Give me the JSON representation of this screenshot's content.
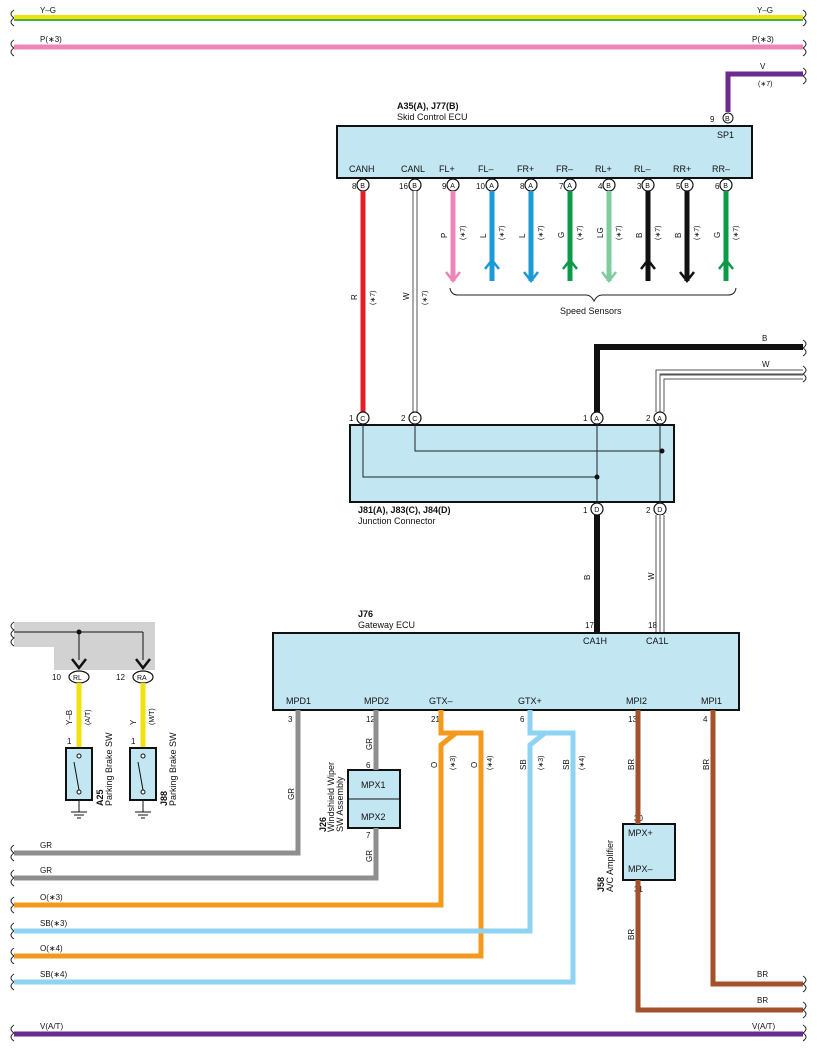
{
  "colors": {
    "yellow": "#f2e20a",
    "green": "#3cb44a",
    "pink": "#ee84b8",
    "violet": "#6a2a8e",
    "red": "#e31e26",
    "black": "#111111",
    "blue": "#1a9ad6",
    "dark_green": "#0a9a48",
    "light_green": "#7fcc9c",
    "gray": "#8e8e8e",
    "orange": "#f39a1e",
    "sky_blue": "#8fd3f2",
    "brown": "#a3512a",
    "box_fill": "#c3e6f3",
    "bundle_gray": "#d2d2d2"
  },
  "top_wires": {
    "yg_left": "Y–G",
    "yg_right": "Y–G",
    "p_left": "P(∗3)",
    "p_right": "P(∗3)",
    "v_label": "V",
    "v_note": "(∗7)"
  },
  "skid_ecu": {
    "title": "A35(A), J77(B)",
    "name": "Skid Control ECU",
    "sp1_pin": "9",
    "sp1_conn": "B",
    "sp1_label": "SP1",
    "pins": [
      {
        "label": "CANH",
        "num": "8",
        "conn": "B"
      },
      {
        "label": "CANL",
        "num": "16",
        "conn": "B"
      },
      {
        "label": "FL+",
        "num": "9",
        "conn": "A"
      },
      {
        "label": "FL–",
        "num": "10",
        "conn": "A"
      },
      {
        "label": "FR+",
        "num": "8",
        "conn": "A"
      },
      {
        "label": "FR–",
        "num": "7",
        "conn": "A"
      },
      {
        "label": "RL+",
        "num": "4",
        "conn": "B"
      },
      {
        "label": "RL–",
        "num": "3",
        "conn": "B"
      },
      {
        "label": "RR+",
        "num": "5",
        "conn": "B"
      },
      {
        "label": "RR–",
        "num": "6",
        "conn": "B"
      }
    ],
    "wires": [
      {
        "color": "R",
        "note": "(∗7)"
      },
      {
        "color": "W",
        "note": "(∗7)"
      },
      {
        "color": "P",
        "note": "(∗7)"
      },
      {
        "color": "L",
        "note": "(∗7)"
      },
      {
        "color": "L",
        "note": "(∗7)"
      },
      {
        "color": "G",
        "note": "(∗7)"
      },
      {
        "color": "LG",
        "note": "(∗7)"
      },
      {
        "color": "B",
        "note": "(∗7)"
      },
      {
        "color": "B",
        "note": "(∗7)"
      },
      {
        "color": "G",
        "note": "(∗7)"
      }
    ],
    "speed_sensors": "Speed Sensors"
  },
  "right_wires": {
    "b": "B",
    "w": "W"
  },
  "junction": {
    "title": "J81(A), J83(C), J84(D)",
    "name": "Junction Connector",
    "top_pins": [
      {
        "num": "1",
        "conn": "C"
      },
      {
        "num": "2",
        "conn": "C"
      },
      {
        "num": "1",
        "conn": "A"
      },
      {
        "num": "2",
        "conn": "A"
      }
    ],
    "bottom_pins": [
      {
        "num": "1",
        "conn": "D"
      },
      {
        "num": "2",
        "conn": "D"
      }
    ],
    "down_wires": [
      "B",
      "W"
    ]
  },
  "gateway": {
    "title": "J76",
    "name": "Gateway ECU",
    "top_pins": [
      {
        "num": "17",
        "label": "CA1H"
      },
      {
        "num": "18",
        "label": "CA1L"
      }
    ],
    "bottom_pins": [
      {
        "label": "MPD1",
        "num": "3"
      },
      {
        "label": "MPD2",
        "num": "12"
      },
      {
        "label": "GTX–",
        "num": "21"
      },
      {
        "label": "GTX+",
        "num": "6"
      },
      {
        "label": "MPI2",
        "num": "13"
      },
      {
        "label": "MPI1",
        "num": "4"
      }
    ],
    "wire_labels": [
      "GR",
      "GR",
      "O",
      "O",
      "SB",
      "SB",
      "BR",
      "BR"
    ],
    "notes": [
      "(∗3)",
      "(∗4)",
      "(∗3)",
      "(∗4)"
    ]
  },
  "wiper": {
    "id": "J26",
    "name1": "Windshield Wiper",
    "name2": "SW Assembly",
    "mpx1": "MPX1",
    "mpx2": "MPX2",
    "pin_top": "6",
    "pin_bottom": "7"
  },
  "ac_amp": {
    "id": "J58",
    "name": "A/C Amplifier",
    "mpx_plus": "MPX+",
    "mpx_minus": "MPX–",
    "pin_top": "30",
    "pin_bottom": "31"
  },
  "parking": [
    {
      "id": "A25",
      "name": "Parking Brake SW",
      "conn_num": "10",
      "conn": "RL",
      "wire": "Y–B",
      "note": "(A/T)",
      "pin": "1"
    },
    {
      "id": "J88",
      "name": "Parking Brake SW",
      "conn_num": "12",
      "conn": "RA",
      "wire": "Y",
      "note": "(M/T)",
      "pin": "1"
    }
  ],
  "bottom_wires": [
    {
      "label": "GR"
    },
    {
      "label": "GR"
    },
    {
      "label": "O(∗3)"
    },
    {
      "label": "SB(∗3)"
    },
    {
      "label": "O(∗4)"
    },
    {
      "label": "SB(∗4)"
    }
  ],
  "br_labels": [
    "BR",
    "BR"
  ],
  "bottom_bus": {
    "left": "V(A/T)",
    "right": "V(A/T)"
  }
}
